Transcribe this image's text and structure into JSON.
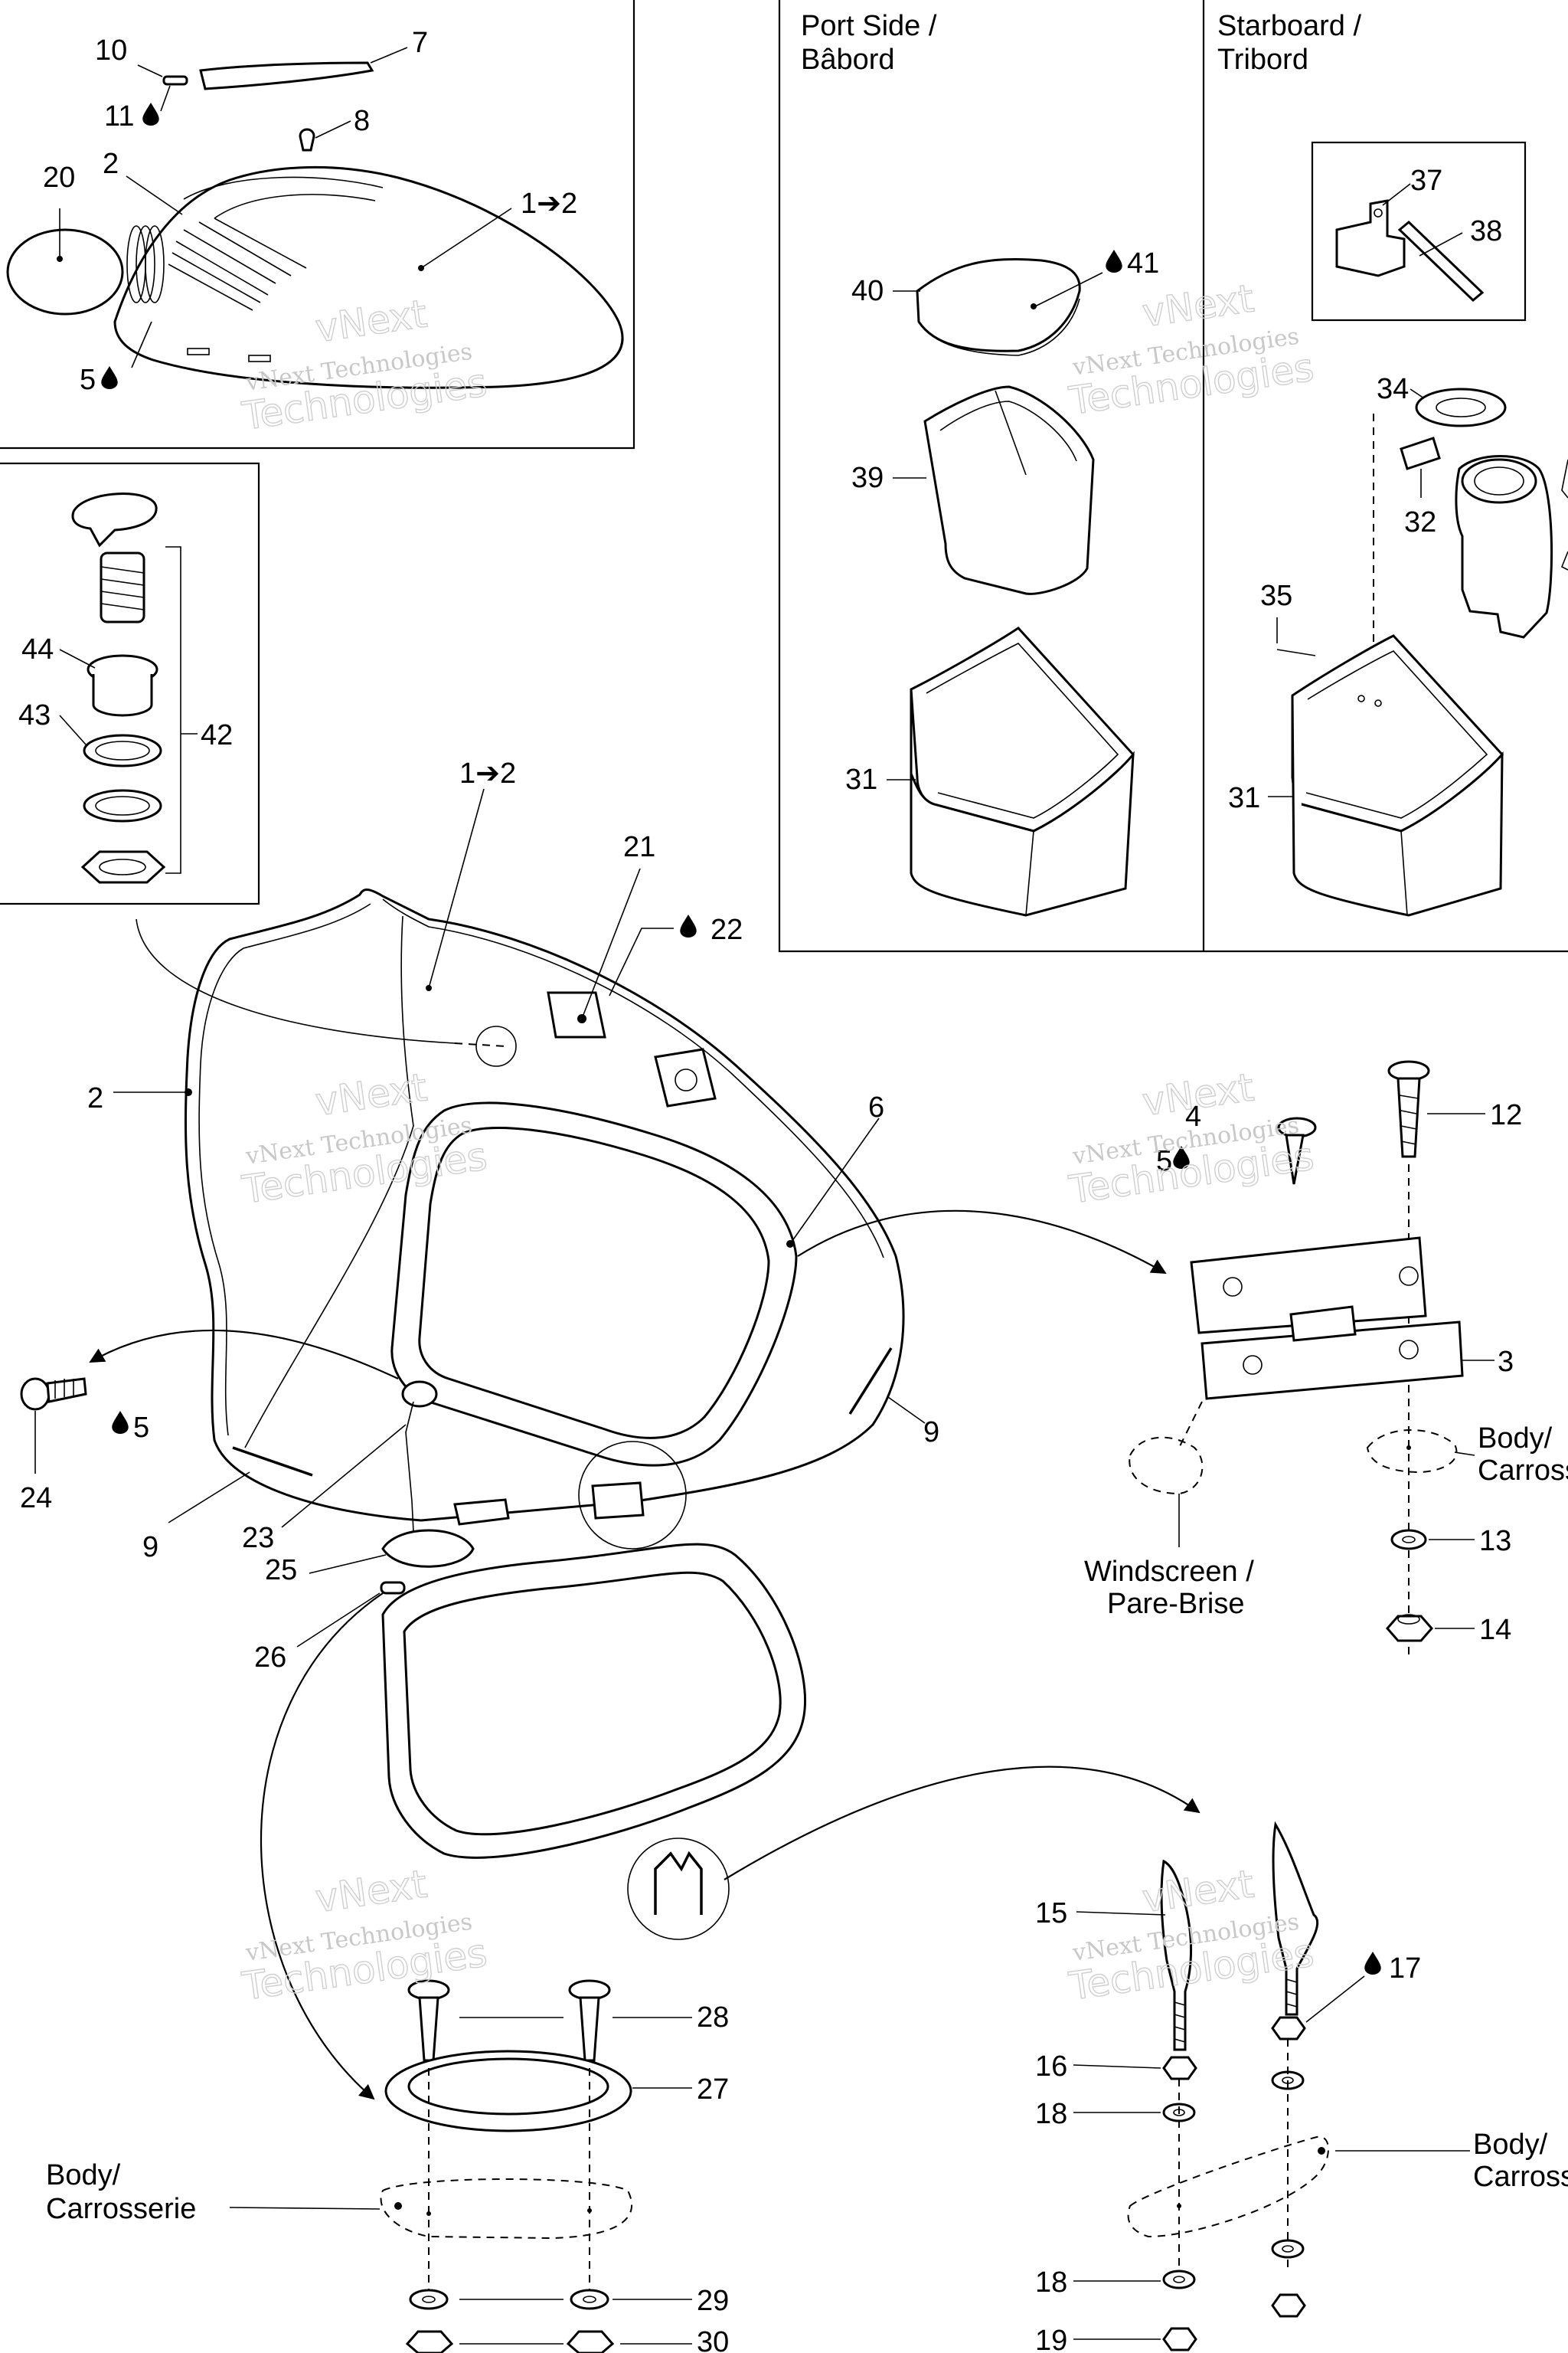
{
  "headers": {
    "port_side": [
      "Port Side /",
      "Bâbord"
    ],
    "starboard": [
      "Starboard /",
      "Tribord"
    ]
  },
  "labels": {
    "p10": "10",
    "p7": "7",
    "p11": "11",
    "p8": "8",
    "p20": "20",
    "p2_top": "2",
    "p1_2_top": "1➔2",
    "p5_top": "5",
    "p44": "44",
    "p43": "43",
    "p42": "42",
    "p1_2_main": "1➔2",
    "p21": "21",
    "p22": "22",
    "p2_main": "2",
    "p6": "6",
    "p9_left": "9",
    "p9_right": "9",
    "p24": "24",
    "p5_left": "5",
    "p23": "23",
    "p25": "25",
    "p26": "26",
    "p28": "28",
    "p27": "27",
    "p29": "29",
    "p30": "30",
    "p40": "40",
    "p41": "41",
    "p39": "39",
    "p31_port": "31",
    "p37": "37",
    "p38": "38",
    "p34": "34",
    "p32": "32",
    "p35": "35",
    "p31_stbd": "31",
    "p4": "4",
    "p5_hinge": "5",
    "p12": "12",
    "p3": "3",
    "p13": "13",
    "p14": "14",
    "p15": "15",
    "p17": "17",
    "p16": "16",
    "p18_a": "18",
    "p18_b": "18",
    "p19": "19",
    "body_right_1": [
      "Body/",
      "Carross"
    ],
    "body_right_2": [
      "Body/",
      "Carross"
    ],
    "body_left": [
      "Body/",
      "Carrosserie"
    ],
    "windscreen": [
      "Windscreen /",
      "Pare-Brise"
    ]
  },
  "watermark": {
    "line1": "vNext Technologies",
    "line2": "vNext",
    "line3": "Technologies"
  },
  "icons": {
    "drop": "drop-icon",
    "arrow": "arrow-icon"
  }
}
